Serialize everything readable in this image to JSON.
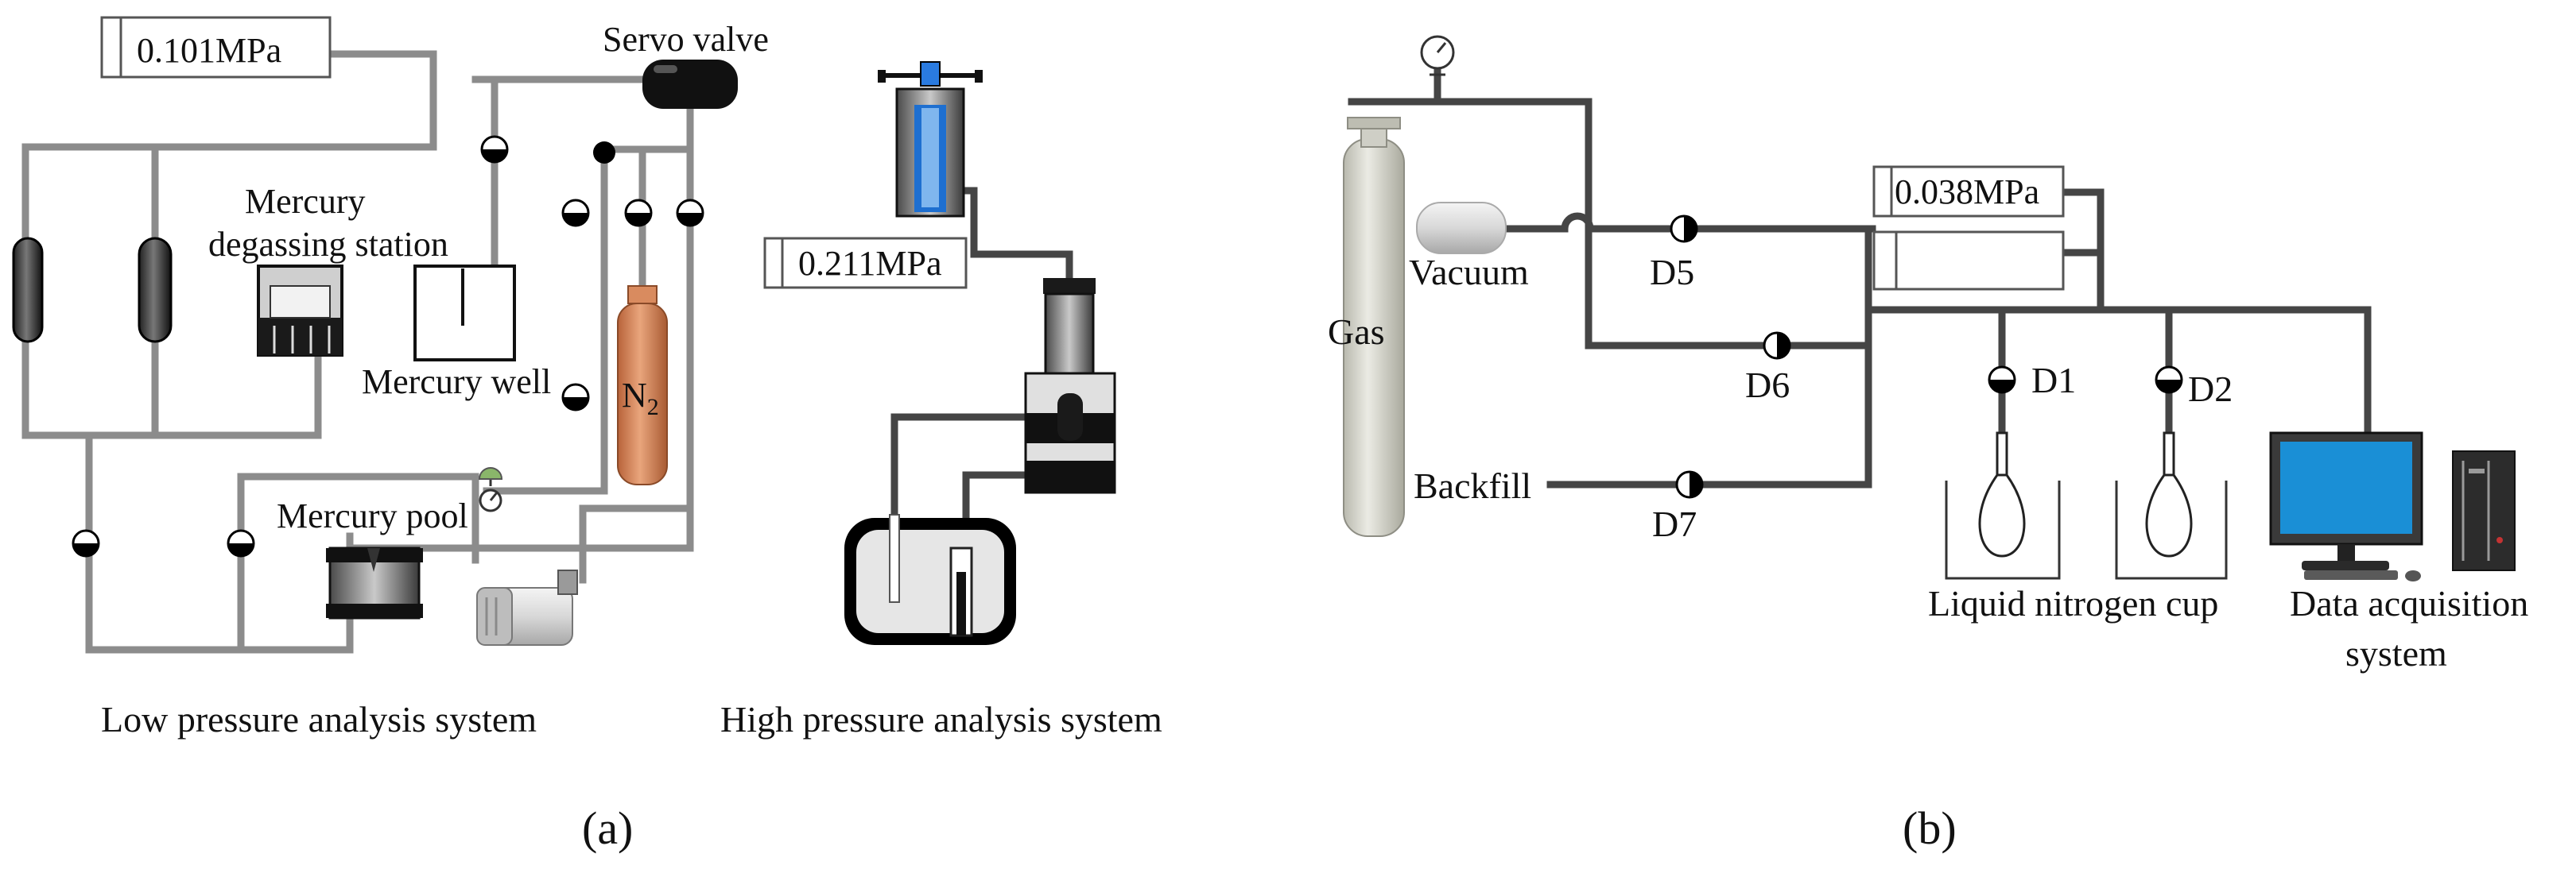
{
  "panel_a": {
    "caption": "(a)",
    "gauge_low": "0.101MPa",
    "gauge_high": "0.211MPa",
    "servo_valve": "Servo valve",
    "degassing_line1": "Mercury",
    "degassing_line2": "degassing station",
    "mercury_well": "Mercury well",
    "nitrogen": "N",
    "nitrogen_sub": "2",
    "mercury_pool": "Mercury pool",
    "low_system": "Low pressure analysis system",
    "high_system": "High pressure analysis system"
  },
  "panel_b": {
    "caption": "(b)",
    "gas": "Gas",
    "vacuum": "Vacuum",
    "backfill": "Backfill",
    "gauge": "0.038MPa",
    "valves": {
      "d5": "D5",
      "d6": "D6",
      "d7": "D7",
      "d1": "D1",
      "d2": "D2"
    },
    "liquid_nitrogen_cup": "Liquid nitrogen cup",
    "daq_line1": "Data acquisition",
    "daq_line2": "system"
  },
  "colors": {
    "pipe_gray": "#8c8c8c",
    "pipe_dark": "#454545",
    "nitrogen_cylinder": "#d98b5f",
    "gas_cylinder": "#cfcfc6",
    "penetrometer_blue": "#1e6fd0",
    "monitor_screen": "#1a8fd6"
  }
}
